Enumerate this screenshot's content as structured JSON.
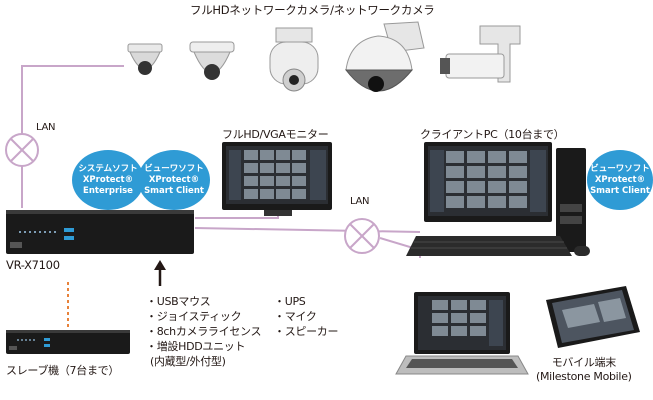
{
  "title": "フルHDネットワークカメラ/ネットワークカメラ",
  "lan_left": "LAN",
  "lan_center": "LAN",
  "badges": {
    "system_soft": {
      "line1": "システムソフト",
      "line2": "XProtect®",
      "line3": "Enterprise"
    },
    "viewer_soft_left": {
      "line1": "ビューワソフト",
      "line2": "XProtect®",
      "line3": "Smart Client"
    },
    "viewer_soft_right": {
      "line1": "ビューワソフト",
      "line2": "XProtect®",
      "line3": "Smart Client"
    }
  },
  "monitor_label": "フルHD/VGAモニター",
  "client_pc_label": "クライアントPC（10台まで）",
  "recorder_label": "VR-X7100",
  "slave_label": "スレーブ機（7台まで）",
  "mobile_label": {
    "line1": "モバイル端末",
    "line2": "(Milestone Mobile)"
  },
  "options_left": [
    "・USBマウス",
    "・ジョイスティック",
    "・8chカメラライセンス",
    "・増設HDDユニット",
    "(内蔵型/外付型)"
  ],
  "options_right": [
    "・UPS",
    "・マイク",
    "・スピーカー"
  ],
  "colors": {
    "accent": "#2f9bd5",
    "lan_line": "#c8a6c9",
    "slave_line": "#e8823a",
    "device": "#1a1a1a"
  }
}
